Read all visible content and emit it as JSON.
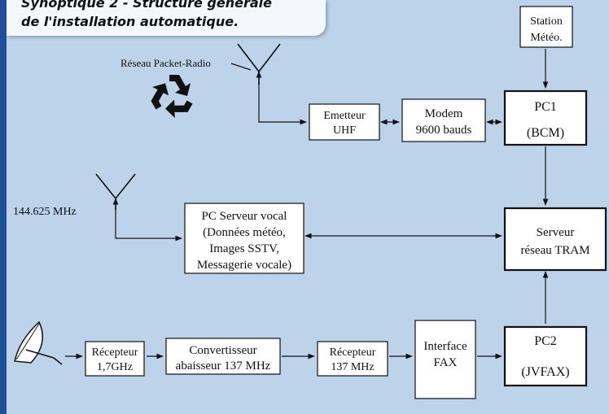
{
  "title": {
    "line1": "Synoptique 2 - Structure générale",
    "line2": "de l'installation automatique."
  },
  "labels": {
    "packet_radio": "Réseau Packet-Radio",
    "freq": "144.625 MHz"
  },
  "nodes": {
    "station_meteo": [
      "Station",
      "Météo."
    ],
    "emetteur": [
      "Emetteur",
      "UHF"
    ],
    "modem": [
      "Modem",
      "9600 bauds"
    ],
    "pc1": [
      "PC1",
      "(BCM)"
    ],
    "serveur_vocal": [
      "PC Serveur vocal",
      "(Données météo,",
      "Images SSTV,",
      "Messagerie vocale)"
    ],
    "serveur_tram": [
      "Serveur",
      "réseau TRAM"
    ],
    "recepteur_17": [
      "Récepteur",
      "1,7GHz"
    ],
    "convertisseur": [
      "Convertisseur",
      "abaisseur 137 MHz"
    ],
    "recepteur_137": [
      "Récepteur",
      "137 MHz"
    ],
    "interface_fax": [
      "Interface",
      "FAX"
    ],
    "pc2": [
      "PC2",
      "(JVFAX)"
    ]
  },
  "icons": {
    "recycle": "recycle-icon",
    "antenna": "antenna-icon",
    "dish": "satellite-dish-icon"
  },
  "colors": {
    "background": "#bcd3ea",
    "frame": "#1f4f9a",
    "recycle": "#111111"
  }
}
